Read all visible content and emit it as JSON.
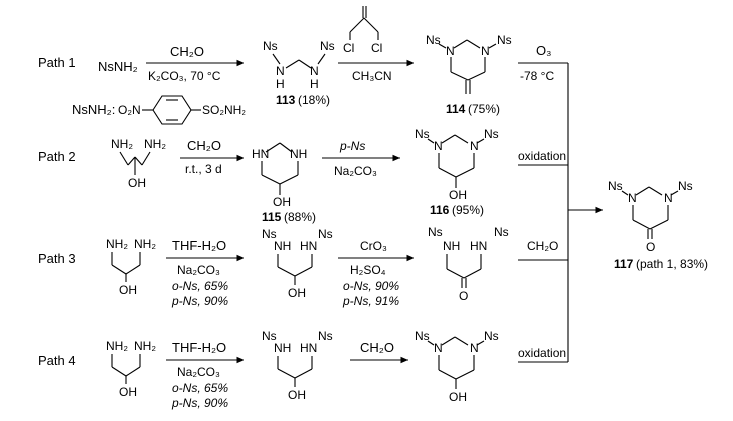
{
  "paths": {
    "p1": "Path 1",
    "p2": "Path 2",
    "p3": "Path 3",
    "p4": "Path 4"
  },
  "reagents": {
    "p1_start": "NsNH₂",
    "ch2o": "CH₂O",
    "k2co3": "K₂CO₃, 70 °C",
    "ch3cn": "CH₃CN",
    "ozone": "O₃",
    "minus78": "-78 °C",
    "ns_def_label": "NsNH₂:",
    "o2n": "O₂N",
    "so2nh2": "SO₂NH₂",
    "rt3d": "r.t., 3 d",
    "pNs": "p-Ns",
    "na2co3": "Na₂CO₃",
    "thf": "THF-H₂O",
    "oNs65": "o-Ns, 65%",
    "pNs90": "p-Ns, 90%",
    "cro3": "CrO₃",
    "h2so4": "H₂SO₄",
    "oNs90": "o-Ns, 90%",
    "pNs91": "p-Ns, 91%",
    "oxidation": "oxidation",
    "ch2o_p3": "CH₂O"
  },
  "atoms": {
    "Ns": "Ns",
    "N": "N",
    "H": "H",
    "NH": "NH",
    "HN": "HN",
    "NH2": "NH₂",
    "OH": "OH",
    "O": "O",
    "Cl": "Cl"
  },
  "compounds": {
    "c113_num": "113",
    "c113_yield": "(18%)",
    "c114_num": "114",
    "c114_yield": "(75%)",
    "c115_num": "115",
    "c115_yield": "(88%)",
    "c116_num": "116",
    "c116_yield": "(95%)",
    "c117_num": "117",
    "c117_yield": "(path 1, 83%)"
  }
}
